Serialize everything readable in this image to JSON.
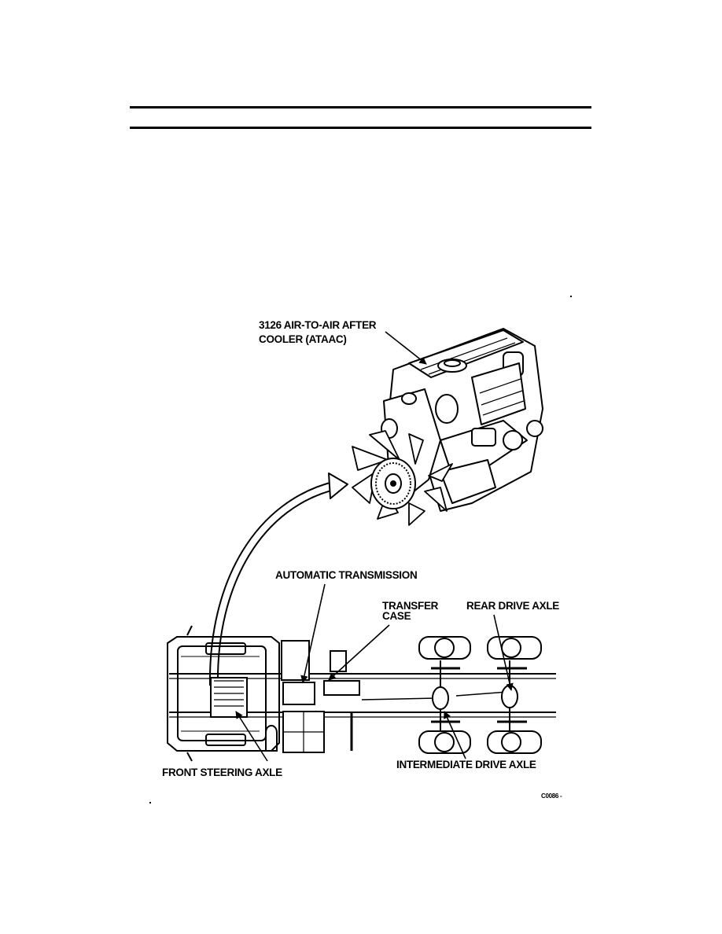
{
  "labels": {
    "ataac_line1": "3126 AIR-TO-AIR AFTER",
    "ataac_line2": "COOLER (ATAAC)",
    "automatic_transmission": "AUTOMATIC TRANSMISSION",
    "transfer_case_line1": "TRANSFER",
    "transfer_case_line2": "CASE",
    "rear_drive_axle": "REAR DRIVE AXLE",
    "front_steering_axle": "FRONT STEERING AXLE",
    "intermediate_drive_axle": "INTERMEDIATE DRIVE AXLE"
  },
  "figure_code": "C0086 -"
}
